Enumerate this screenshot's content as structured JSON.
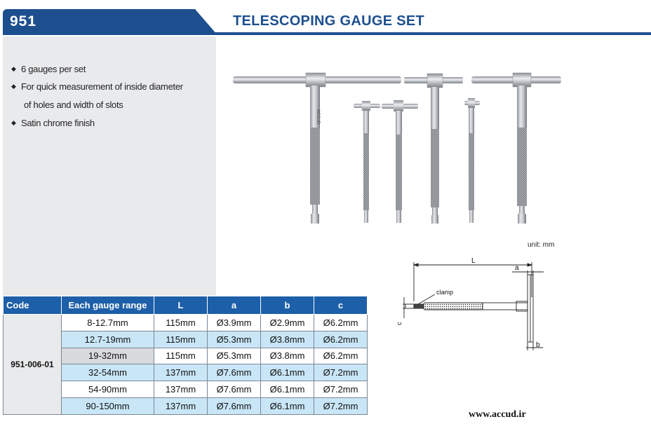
{
  "header": {
    "code": "951",
    "title": "TELESCOPING GAUGE SET"
  },
  "features": [
    {
      "text": "6 gauges per set",
      "cont": ""
    },
    {
      "text": "For quick measurement of inside diameter",
      "cont": "of holes and width of slots"
    },
    {
      "text": "Satin chrome finish",
      "cont": ""
    }
  ],
  "brand_mark": "ACCUD",
  "unit": "unit: mm",
  "diagram": {
    "label_l": "L",
    "label_a": "a",
    "label_b": "b",
    "label_c": "c",
    "label_clamp": "clamp"
  },
  "table": {
    "headers": [
      "Code",
      "Each gauge range",
      "L",
      "a",
      "b",
      "c"
    ],
    "code": "951-006-01",
    "rows": [
      [
        "8-12.7mm",
        "115mm",
        "Ø3.9mm",
        "Ø2.9mm",
        "Ø6.2mm"
      ],
      [
        "12.7-19mm",
        "115mm",
        "Ø5.3mm",
        "Ø3.8mm",
        "Ø6.2mm"
      ],
      [
        "19-32mm",
        "115mm",
        "Ø5.3mm",
        "Ø3.8mm",
        "Ø6.2mm"
      ],
      [
        "32-54mm",
        "137mm",
        "Ø7.6mm",
        "Ø6.1mm",
        "Ø7.2mm"
      ],
      [
        "54-90mm",
        "137mm",
        "Ø7.6mm",
        "Ø6.1mm",
        "Ø7.2mm"
      ],
      [
        "90-150mm",
        "137mm",
        "Ø7.6mm",
        "Ø6.1mm",
        "Ø7.2mm"
      ]
    ]
  },
  "website": "www.accud.ir"
}
